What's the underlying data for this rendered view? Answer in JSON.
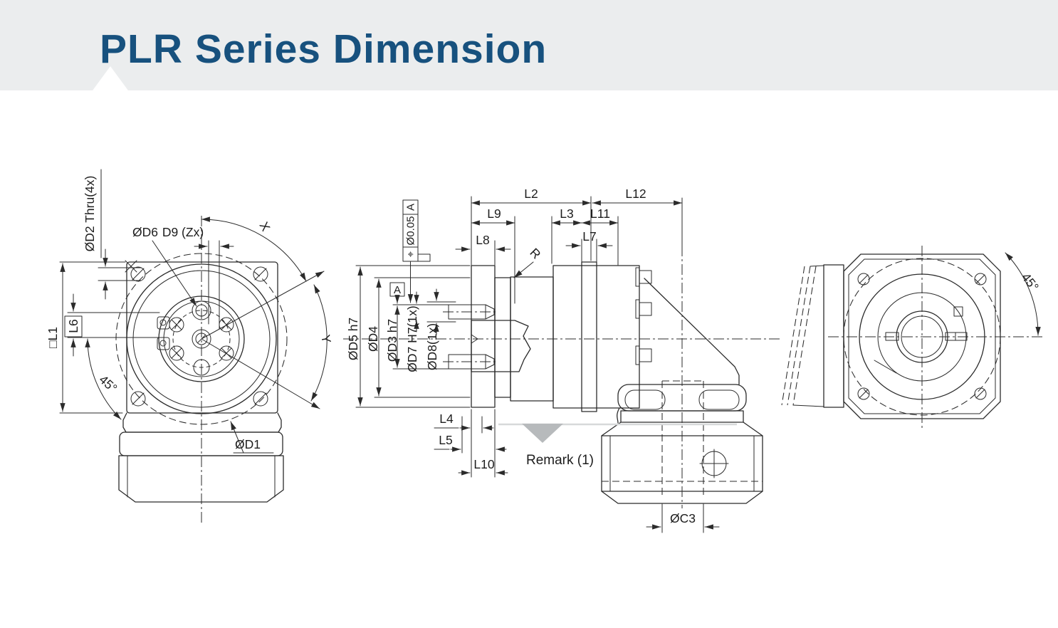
{
  "header": {
    "title": "PLR Series Dimension"
  },
  "front_view": {
    "labels": {
      "d2_thru": "ØD2 Thru(4x)",
      "d6": "ØD6",
      "d9": "D9 (Zx)",
      "x_arc": "X",
      "y_arc": "Y",
      "l1": "□L1",
      "l6": "L6",
      "angle_45": "45°",
      "d1": "ØD1"
    }
  },
  "section_view": {
    "labels": {
      "l2": "L2",
      "l12": "L12",
      "l9": "L9",
      "l3": "L3",
      "l11": "L11",
      "l8": "L8",
      "l7": "L7",
      "r_fillet": "R",
      "d5": "ØD5 h7",
      "d4": "ØD4",
      "d3": "ØD3 h7",
      "d7": "ØD7 H7(1x)",
      "d8": "ØD8(1x)",
      "l4": "L4",
      "l5": "L5",
      "l10": "L10",
      "c3": "ØC3",
      "remark": "Remark (1)",
      "datum_a": "A",
      "fcf_datum": "A",
      "fcf_tolerance": "Ø0.05",
      "fcf_symbol": "⌖"
    }
  },
  "side_view": {
    "labels": {
      "angle_45": "45°"
    }
  },
  "colors": {
    "title_blue": "#17517e",
    "header_band": "#ebedee",
    "line": "#2b2b2b",
    "remark_gray": "#b7babc"
  }
}
